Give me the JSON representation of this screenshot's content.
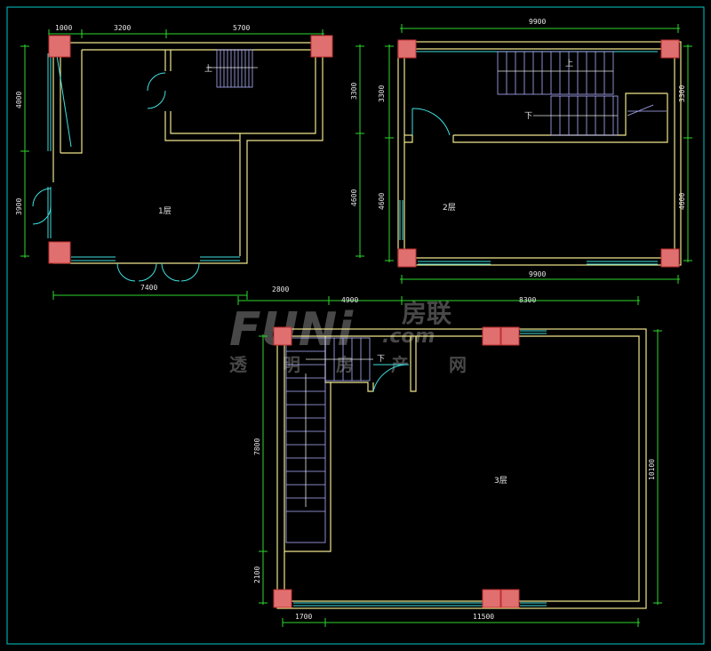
{
  "floors": [
    {
      "name": "1层",
      "stair_label": "上",
      "dims_top": [
        "1000",
        "3200",
        "5700"
      ],
      "dims_left": [
        "4000",
        "3900"
      ],
      "dims_right": [
        "3300",
        "4600"
      ],
      "dims_bottom": [
        "7400"
      ]
    },
    {
      "name": "2层",
      "stair_up_label": "上",
      "stair_down_label": "下",
      "dims_top": [
        "9900"
      ],
      "dims_left": [
        "3300",
        "4600"
      ],
      "dims_right": [
        "3300",
        "4600"
      ],
      "dims_bottom": [
        "9900"
      ]
    },
    {
      "name": "3层",
      "stair_label": "下",
      "dims_top": [
        "2800",
        "4900",
        "8300"
      ],
      "dims_left": [
        "7800",
        "2100"
      ],
      "dims_right": [
        "10100"
      ],
      "dims_bottom": [
        "1700",
        "11500"
      ]
    }
  ],
  "watermark": {
    "logo": "FUNi",
    "brand": "房联",
    "domain": ".com",
    "slogan": [
      "透",
      "明",
      "房",
      "产",
      "网"
    ]
  },
  "colors": {
    "background": "#000000",
    "wall": "#f0e68c",
    "column_fill": "#e07070",
    "column_stroke": "#c03030",
    "dimension": "#2ed82e",
    "window": "#40e0e0",
    "stair": "#b0b0ff",
    "text": "#e6e6e6",
    "frame": "#00c8c8"
  }
}
